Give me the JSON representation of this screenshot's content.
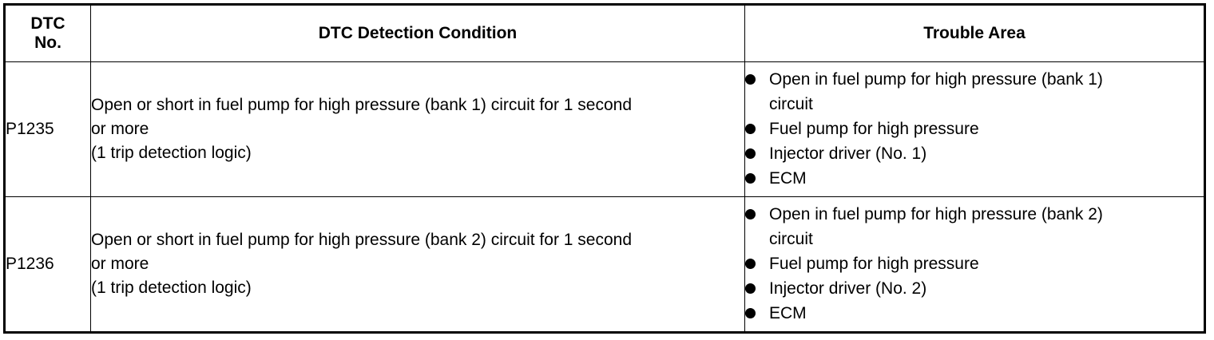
{
  "headers": {
    "dtc_no_line1": "DTC",
    "dtc_no_line2": "No.",
    "condition": "DTC Detection Condition",
    "trouble_area": "Trouble Area"
  },
  "rows": [
    {
      "code": "P1235",
      "condition_lines": [
        "Open or short in fuel pump for high pressure (bank 1) circuit for 1 second",
        "or more",
        "(1 trip detection logic)"
      ],
      "trouble_items": [
        [
          "Open in fuel pump for high pressure (bank 1)",
          "circuit"
        ],
        [
          "Fuel pump for high pressure"
        ],
        [
          "Injector driver (No. 1)"
        ],
        [
          "ECM"
        ]
      ]
    },
    {
      "code": "P1236",
      "condition_lines": [
        "Open or short in fuel pump for high pressure (bank 2) circuit for 1 second",
        "or more",
        "(1 trip detection logic)"
      ],
      "trouble_items": [
        [
          "Open in fuel pump for high pressure (bank 2)",
          "circuit"
        ],
        [
          "Fuel pump for high pressure"
        ],
        [
          "Injector driver (No. 2)"
        ],
        [
          "ECM"
        ]
      ]
    }
  ]
}
